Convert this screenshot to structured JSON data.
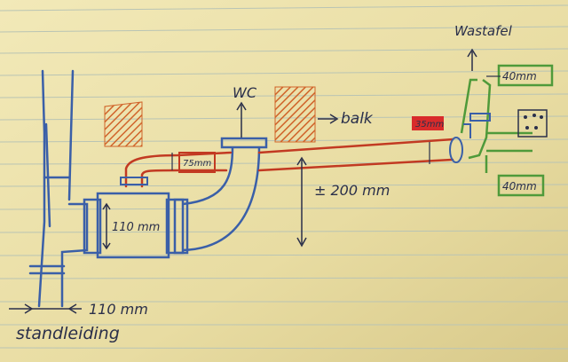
{
  "labels": {
    "wc": "WC",
    "balk": "balk",
    "wastafel": "Wastafel",
    "dist_200": "± 200 mm",
    "pipe_110_box": "110 mm",
    "pipe_75": "75mm",
    "pipe_35": "35mm",
    "pipe_40_top": "40mm",
    "pipe_40_bottom": "40mm",
    "standleiding_size": "110 mm",
    "standleiding": "standleiding"
  },
  "colors": {
    "paper": "#e9dfa6",
    "ruled_line": "#b9c4b4",
    "blue_pipe": "#3a5fa8",
    "red_pipe": "#c23a22",
    "orange_hatch": "#d0642a",
    "green_box": "#4f9a3a",
    "ink": "#2a2f4a",
    "red_label_fill": "#d82b2b"
  }
}
